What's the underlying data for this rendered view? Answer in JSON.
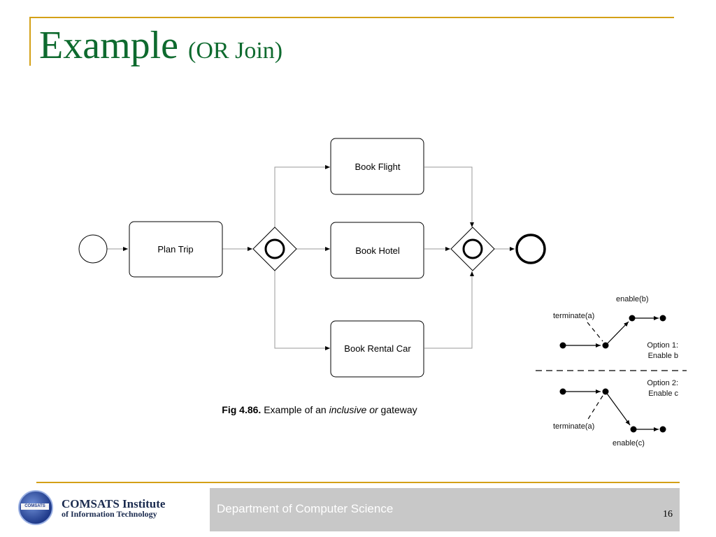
{
  "slide": {
    "title_main": "Example",
    "title_sub": "(OR Join)",
    "page_number": "16"
  },
  "diagram": {
    "tasks": {
      "plan_trip": "Plan Trip",
      "book_flight": "Book Flight",
      "book_hotel": "Book Hotel",
      "book_rental_car": "Book Rental Car"
    },
    "caption": {
      "fig_label": "Fig 4.86.",
      "text_before": "Example of an",
      "italic": "inclusive or",
      "text_after": "gateway"
    }
  },
  "inset": {
    "option1": {
      "terminate": "terminate(a)",
      "enable": "enable(b)",
      "line1": "Option 1:",
      "line2": "Enable b"
    },
    "option2": {
      "terminate": "terminate(a)",
      "enable": "enable(c)",
      "line1": "Option 2:",
      "line2": "Enable c"
    }
  },
  "footer": {
    "logo_text": "COMSATS",
    "institute_line1": "COMSATS Institute",
    "institute_line2": "of Information Technology",
    "department": "Department of Computer Science"
  },
  "colors": {
    "title": "#0e6a2e",
    "accent_rule": "#d4a017",
    "footer_box": "#c8c8c8"
  }
}
